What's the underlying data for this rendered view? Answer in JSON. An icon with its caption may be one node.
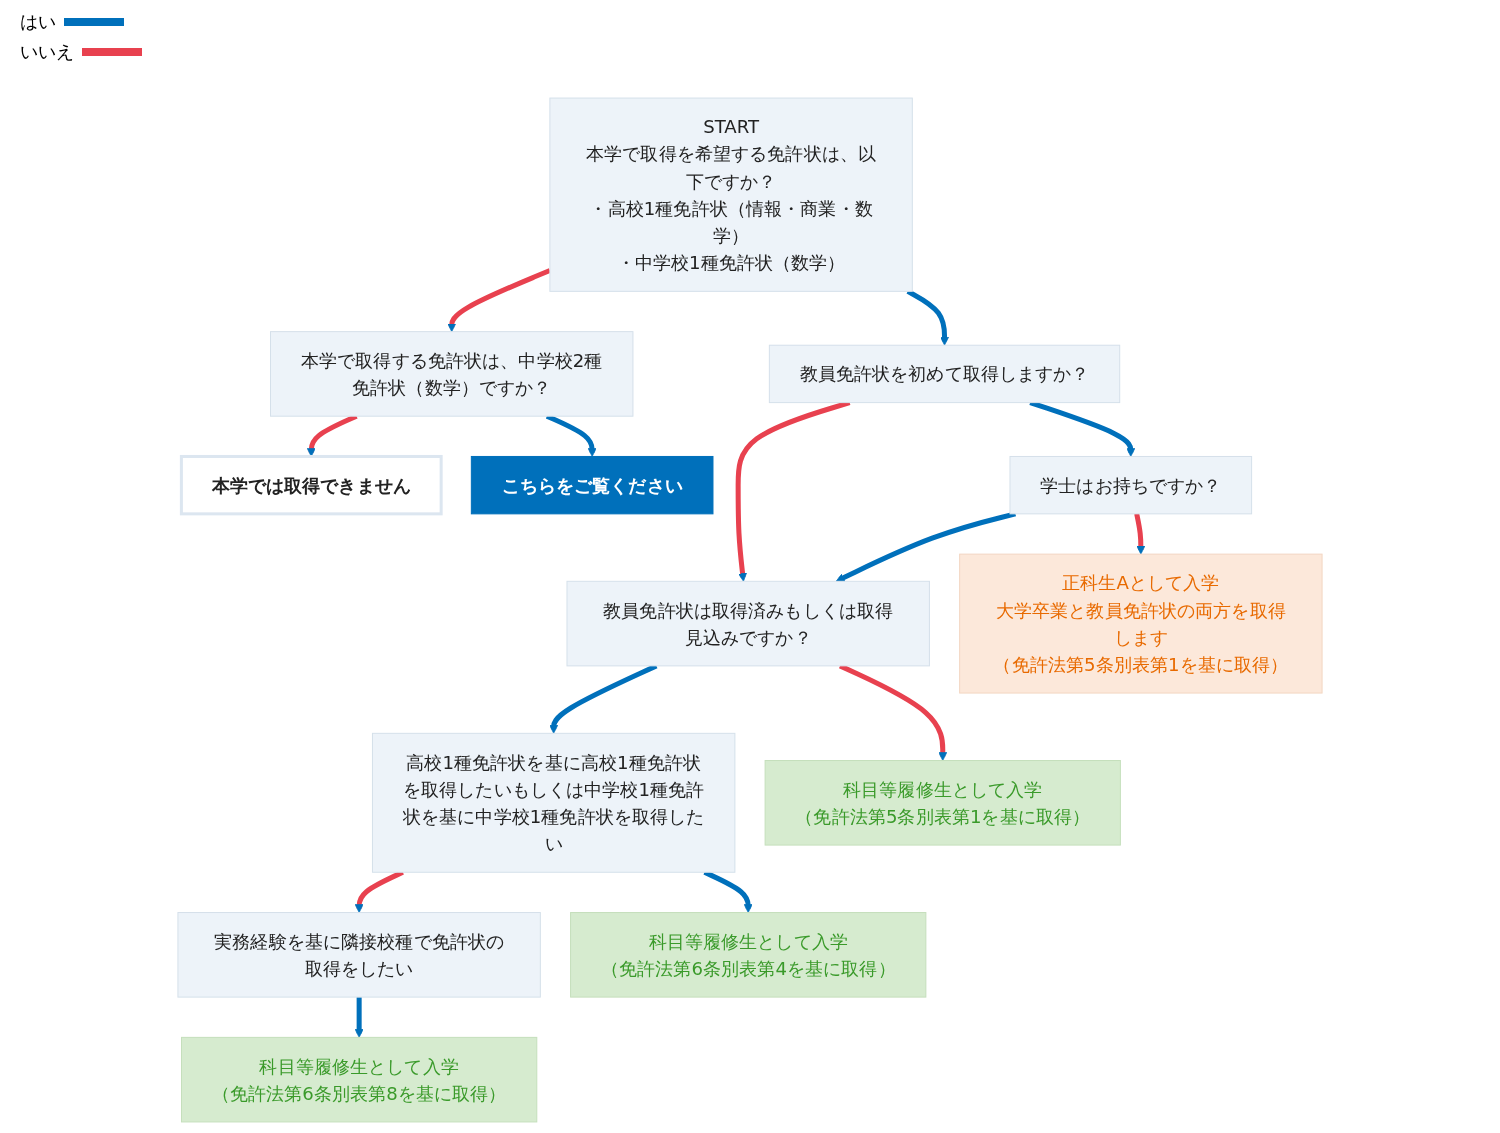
{
  "diagram": {
    "nodes": [
      {
        "text": [
          "START",
          "本学で取得を希望する免許状は、以下ですか？",
          "・高校1種免許状（情報・商業・数学）",
          "・中学校1種免許状（数学）"
        ]
      },
      {
        "text": [
          "教員免許状を初めて取得しますか？"
        ]
      },
      {
        "text": [
          "本学で取得する免許状は、中学校2種免許状（数学）ですか？"
        ]
      },
      {
        "text": [
          "本学では取得できません"
        ]
      },
      {
        "text": [
          "こちらをご覧ください"
        ]
      },
      {
        "text": [
          "学士はお持ちですか？"
        ]
      },
      {
        "text": [
          "教員免許状は取得済みもしくは取得見込みですか？"
        ]
      },
      {
        "text": [
          "高校1種免許状を基に高校1種免許状を取得したいもしくは中学校1種免許状を基に中学校1種免許状を取得したい"
        ]
      },
      {
        "text": [
          "実務経験を基に隣接校種で免許状の取得をしたい"
        ]
      },
      {
        "text": [
          "正科生Aとして入学",
          "大学卒業と教員免許状の両方を取得します",
          "（免許法第5条別表第1を基に取得）"
        ]
      },
      {
        "text": [
          "科目等履修生として入学",
          "（免許法第5条別表第1を基に取得）"
        ]
      },
      {
        "text": [
          "科目等履修生として入学",
          "（免許法第6条別表第4を基に取得）"
        ]
      },
      {
        "text": [
          "科目等履修生として入学",
          "（免許法第6条別表第8を基に取得）"
        ]
      }
    ],
    "edges": [
      {
        "from": 0,
        "to": 1,
        "arrow": "to"
      },
      {
        "from": 0,
        "to": 2,
        "arrow": "to",
        "color": "#e8414f"
      },
      {
        "from": 1,
        "to": 5,
        "arrow": "to"
      },
      {
        "from": 1,
        "to": 6,
        "arrow": "to",
        "color": "#e8414f"
      },
      {
        "from": 5,
        "to": 9,
        "arrow": "to",
        "color": "#e8414f"
      },
      {
        "from": 5,
        "to": 6,
        "arrow": "to"
      },
      {
        "from": 6,
        "to": 10,
        "arrow": "to",
        "color": "#e8414f"
      },
      {
        "from": 6,
        "to": 7,
        "arrow": "to"
      },
      {
        "from": 7,
        "to": 11,
        "arrow": "to"
      },
      {
        "from": 7,
        "to": 8,
        "arrow": "to",
        "color": "#e8414f"
      },
      {
        "from": 8,
        "to": 12,
        "arrow": "to"
      },
      {
        "from": 2,
        "to": 4,
        "arrow": "to"
      },
      {
        "from": 2,
        "to": 3,
        "arrow": "to",
        "color": "#e8414f"
      }
    ],
    "legend": [
      {
        "text": "はい",
        "color": "#0070bb"
      },
      {
        "text": "いいえ",
        "color": "#e8414f"
      }
    ]
  }
}
